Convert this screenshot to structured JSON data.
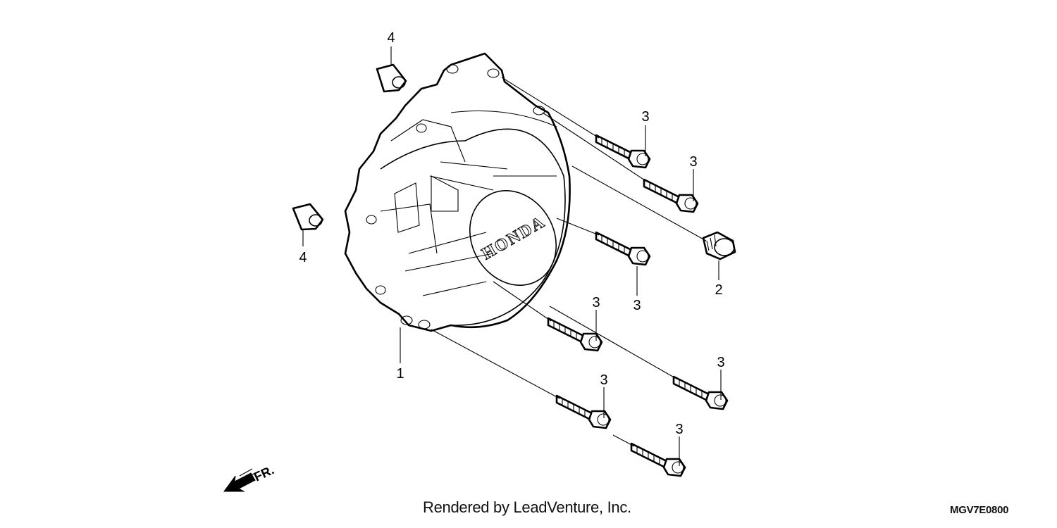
{
  "diagram": {
    "callouts": {
      "part_1": "1",
      "part_2": "2",
      "part_3": "3",
      "part_4": "4"
    },
    "brand_mark": "HONDA",
    "direction_marker": "FR.",
    "credit": "Rendered by LeadVenture, Inc.",
    "drawing_code": "MGV7E0800"
  }
}
